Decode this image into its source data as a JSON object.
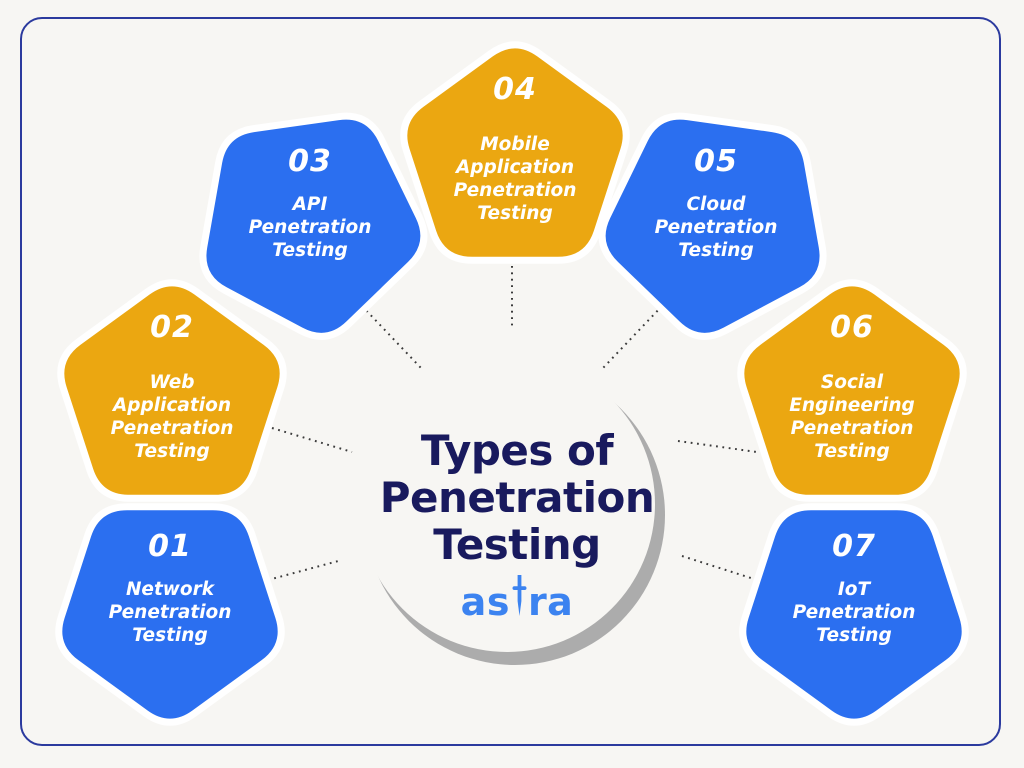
{
  "figure": {
    "center": {
      "title": "Types of\nPenetration\nTesting",
      "brand_before_sword": "as",
      "brand_after_sword": "ra"
    },
    "nodes": [
      {
        "number": "01",
        "label": "Network\nPenetration\nTesting",
        "color": "blue"
      },
      {
        "number": "02",
        "label": "Web\nApplication\nPenetration\nTesting",
        "color": "yellow"
      },
      {
        "number": "03",
        "label": "API\nPenetration\nTesting",
        "color": "blue"
      },
      {
        "number": "04",
        "label": "Mobile\nApplication\nPenetration\nTesting",
        "color": "yellow"
      },
      {
        "number": "05",
        "label": "Cloud\nPenetration\nTesting",
        "color": "blue"
      },
      {
        "number": "06",
        "label": "Social\nEngineering\nPenetration\nTesting",
        "color": "yellow"
      },
      {
        "number": "07",
        "label": "IoT\nPenetration\nTesting",
        "color": "blue"
      }
    ]
  },
  "palette": {
    "pentagon_blue": "#2B6FF0",
    "pentagon_yellow": "#EBA711",
    "title_navy": "#191A5E",
    "astra_blue": "#3C83F0",
    "crescent_gray": "#ACACAC",
    "border_navy": "#2B3A9E",
    "background": "#F7F6F3",
    "connector_dark": "#3B3B3B"
  }
}
